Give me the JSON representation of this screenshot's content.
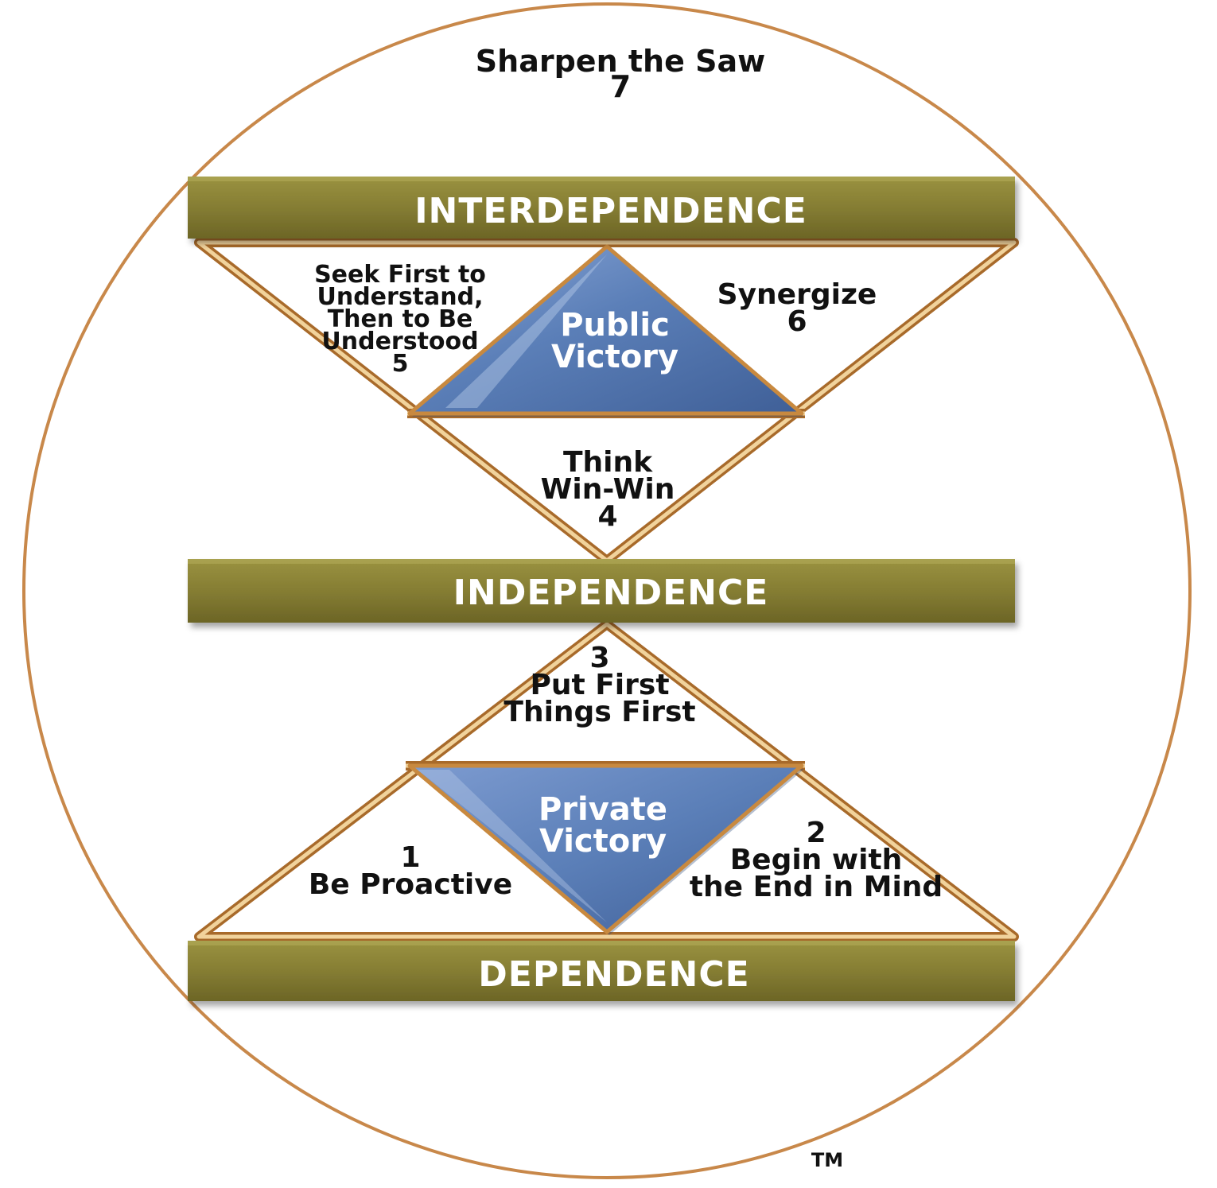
{
  "sharpen": {
    "label": "Sharpen the Saw",
    "number": "7"
  },
  "bars": {
    "interdependence": "INTERDEPENDENCE",
    "independence": "INDEPENDENCE",
    "dependence": "DEPENDENCE"
  },
  "public_victory": {
    "line1": "Public",
    "line2": "Victory"
  },
  "private_victory": {
    "line1": "Private",
    "line2": "Victory"
  },
  "habit5": {
    "line1": "Seek First to",
    "line2": "Understand,",
    "line3": "Then to Be",
    "line4": "Understood",
    "number": "5"
  },
  "habit6": {
    "label": "Synergize",
    "number": "6"
  },
  "habit4": {
    "line1": "Think",
    "line2": "Win-Win",
    "number": "4"
  },
  "habit3": {
    "number": "3",
    "line1": "Put First",
    "line2": "Things First"
  },
  "habit1": {
    "number": "1",
    "label": "Be Proactive"
  },
  "habit2": {
    "number": "2",
    "line1": "Begin with",
    "line2": "the End in Mind"
  },
  "trademark": "TM",
  "colors": {
    "circle": "#c8884a",
    "frame": "#c8893f",
    "bar": "#857d33",
    "bar_text": "#ffffff",
    "triangle": "#5b7fb8",
    "text": "#111111"
  }
}
